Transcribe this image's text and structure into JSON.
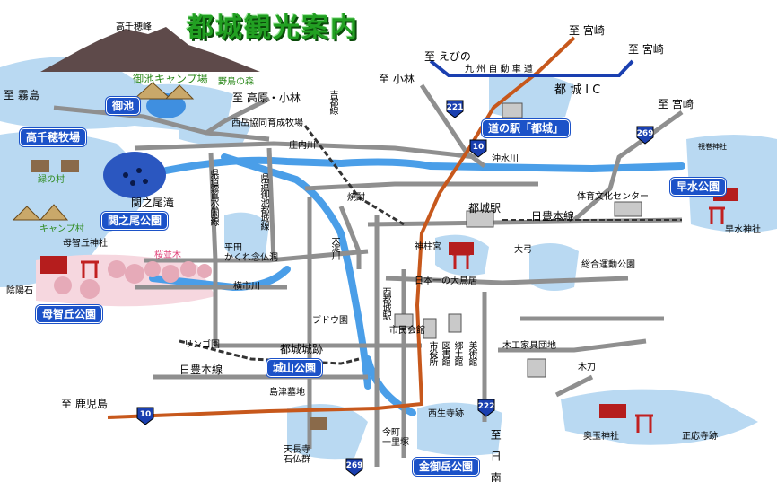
{
  "title": "都城観光案内",
  "mountain": "高千穂峰",
  "parks": {
    "miike": "御池",
    "takachiho_bokujo": "高千穂牧場",
    "sekinoo": "関之尾公園",
    "mochio": "母智丘公園",
    "jouyama": "城山公園",
    "hayamizu": "早水公園",
    "kanamitake": "金御岳公園",
    "michinoeki": "道の駅「都城」"
  },
  "destinations": {
    "kirishima": "至 霧島",
    "takaharu": "至 高原・小林",
    "ebino": "至 えびの",
    "kobayashi": "至 小林",
    "miyazaki1": "至 宮崎",
    "miyazaki2": "至 宮崎",
    "miyazaki3": "至 宮崎",
    "kagoshima": "至 鹿児島",
    "nichinan": "至\n日\n南"
  },
  "roads": {
    "expressway": "九 州 自 動 車 道",
    "ic": "都 城 I C",
    "rail": "日豊本線",
    "rail2": "日豊本線",
    "route221": "221",
    "route10a": "10",
    "route10b": "10",
    "route222": "222",
    "route269a": "269",
    "route269b": "269",
    "kenmichi_kirishima": "県道霧島公園線",
    "kenmichi_miike": "県道御池都城線",
    "yoshito": "吉都線"
  },
  "places": {
    "miike_camp": "御池キャンプ場",
    "noshima": "野鳥の森",
    "midori": "緑の村",
    "camp_village": "キャンプ村",
    "sekinoo_taki": "関之尾滝",
    "nishidake": "西岳協同育成牧場",
    "shounai_river": "庄内川",
    "shimizu_river": "沖水川",
    "oyodo_river": "大淀川",
    "yokoichi_river": "横市川",
    "heiden": "平田\nかくれ念仏洞",
    "shochu": "焼酎",
    "miyakonojo_station": "都城駅",
    "nishimiyakonojo_station": "西都城駅",
    "shrine": "神柱宮",
    "torii": "日本一の大鳥居",
    "daikyu": "大弓",
    "taiiku": "体育文化センター",
    "sougou": "総合運動公園",
    "hayamizu_shrine": "早水神社",
    "shiminkaikan": "市民会館",
    "shiyakusho": "市役所",
    "toshokan": "図書館",
    "kyodo": "郷土館",
    "bijutsukan": "美術館",
    "budouen": "ブドウ園",
    "ringoen": "リンゴ園",
    "jouseki": "都城城跡",
    "shimazu": "島津墓地",
    "mokko": "木工家具団地",
    "kigata": "木刀",
    "nishiseiji": "西生寺跡",
    "imamachi": "今町\n一里塚",
    "tenchoji": "天長寺\n石仏群",
    "okushrine": "奥玉神社",
    "shoshinji": "正応寺跡",
    "sakura": "桜並木",
    "mochio_shrine": "母智丘神社",
    "inyouseki": "陰陽石",
    "shiho": "視巻神社"
  },
  "colors": {
    "title_green": "#22a022",
    "badge_blue": "#1c52c8",
    "road_gray": "#8f8f8f",
    "river_blue": "#4a9ee8",
    "rail": "#c7581c",
    "expressway": "#1a3fb0"
  }
}
